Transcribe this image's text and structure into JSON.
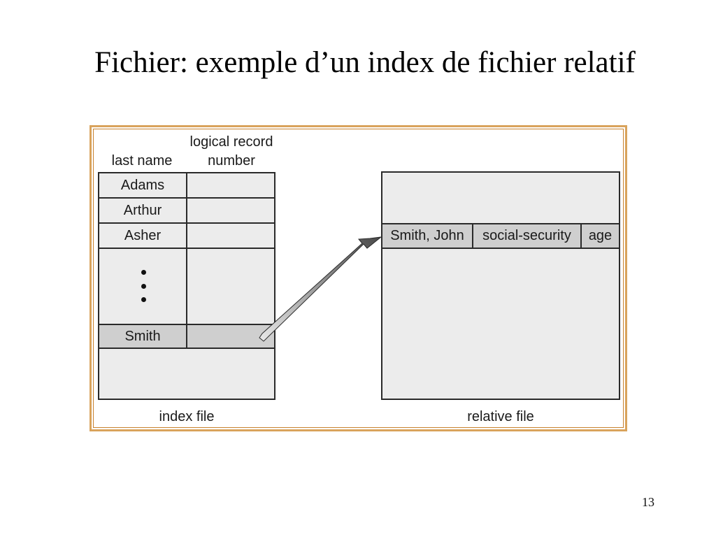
{
  "slide": {
    "title": "Fichier: exemple d’un index de fichier relatif",
    "page_number": "13"
  },
  "index_file": {
    "column_headers": {
      "last_name": "last name",
      "logical_record_line1": "logical record",
      "logical_record_line2": "number"
    },
    "rows": [
      "Adams",
      "Arthur",
      "Asher",
      "Smith"
    ],
    "caption": "index file"
  },
  "relative_file": {
    "record_fields": [
      "Smith, John",
      "social-security",
      "age"
    ],
    "caption": "relative file"
  },
  "colors": {
    "frame": "#d9a35c",
    "cell_fill": "#ececec",
    "highlight_fill": "#cfcfcf",
    "arrow_dark": "#4a4a4a",
    "arrow_light": "#e6e6e6"
  }
}
